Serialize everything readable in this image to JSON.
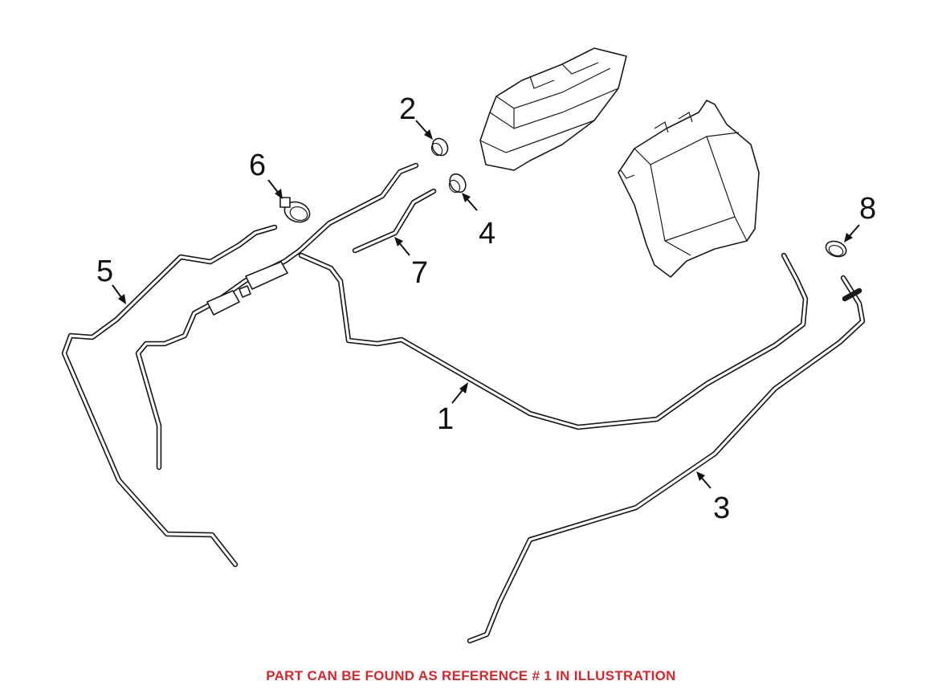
{
  "diagram": {
    "callouts": [
      {
        "id": "1",
        "label": "1"
      },
      {
        "id": "2",
        "label": "2"
      },
      {
        "id": "3",
        "label": "3"
      },
      {
        "id": "4",
        "label": "4"
      },
      {
        "id": "5",
        "label": "5"
      },
      {
        "id": "6",
        "label": "6"
      },
      {
        "id": "7",
        "label": "7"
      },
      {
        "id": "8",
        "label": "8"
      }
    ]
  },
  "footer": {
    "note": "PART CAN BE FOUND AS REFERENCE # 1 IN ILLUSTRATION",
    "note_color": "#d9262b"
  }
}
